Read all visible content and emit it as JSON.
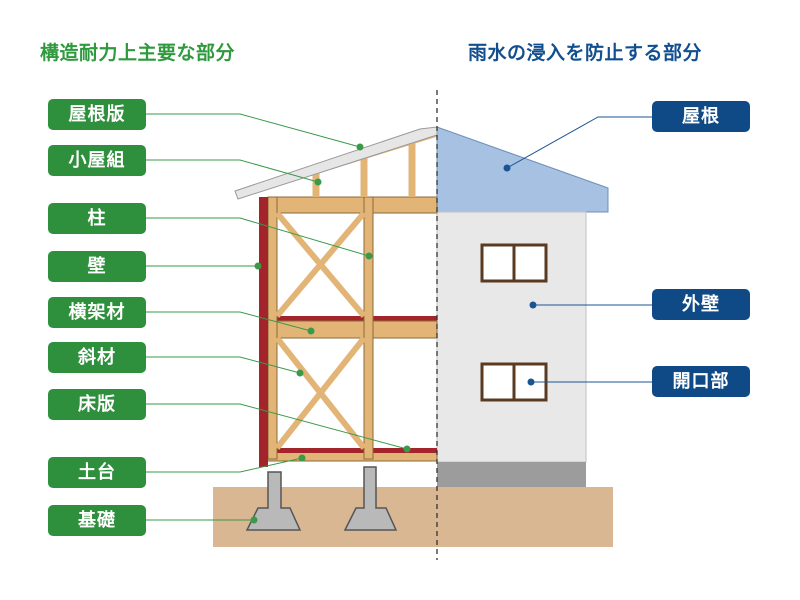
{
  "headings": {
    "structural": "構造耐力上主要な部分",
    "waterproof": "雨水の浸入を防止する部分"
  },
  "structural_labels": [
    "屋根版",
    "小屋組",
    "柱",
    "壁",
    "横架材",
    "斜材",
    "床版",
    "土台",
    "基礎"
  ],
  "waterproof_labels": [
    "屋根",
    "外壁",
    "開口部"
  ],
  "colors": {
    "green": "#2e8f3c",
    "blue": "#104a86",
    "wood": "#e2b577",
    "red_beam": "#a3252b",
    "roof_blue": "#a6c1e2",
    "wall": "#e8e8e8",
    "ground": "#d9b793"
  }
}
